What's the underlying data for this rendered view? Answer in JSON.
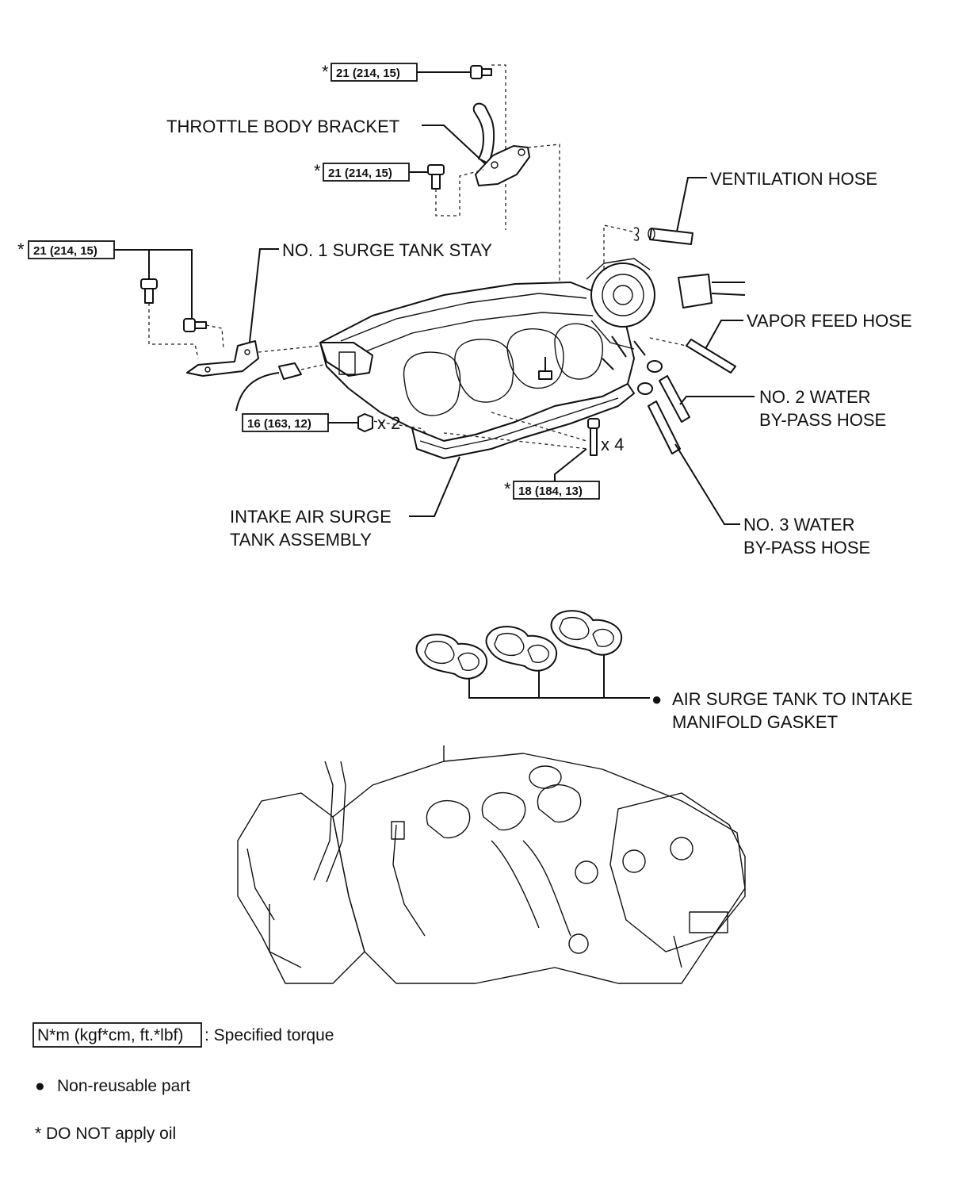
{
  "labels": {
    "throttle_body_bracket": "THROTTLE BODY BRACKET",
    "ventilation_hose": "VENTILATION HOSE",
    "surge_tank_stay": "NO. 1 SURGE TANK STAY",
    "vapor_feed_hose": "VAPOR FEED HOSE",
    "water_bypass_2_line1": "NO. 2 WATER",
    "water_bypass_2_line2": "BY-PASS HOSE",
    "water_bypass_3_line1": "NO. 3 WATER",
    "water_bypass_3_line2": "BY-PASS HOSE",
    "surge_tank_line1": "INTAKE AIR SURGE",
    "surge_tank_line2": "TANK ASSEMBLY",
    "gasket_line1": "AIR SURGE TANK TO INTAKE",
    "gasket_line2": "MANIFOLD GASKET"
  },
  "torques": {
    "top_bolt": "21 (214, 15)",
    "bracket_bolt": "21 (214, 15)",
    "stay_bolts": "21 (214, 15)",
    "nuts": "16 (163, 12)",
    "tank_bolts": "18 (184, 13)"
  },
  "marks": {
    "no_oil": "*",
    "qty_nuts": "x 2",
    "qty_bolts": "x 4",
    "non_reusable": "●"
  },
  "legend": {
    "torque_box": "N*m (kgf*cm, ft.*lbf)",
    "torque_desc": ": Specified torque",
    "non_reusable_desc": "Non-reusable part",
    "no_oil_desc": "* DO NOT apply oil"
  }
}
